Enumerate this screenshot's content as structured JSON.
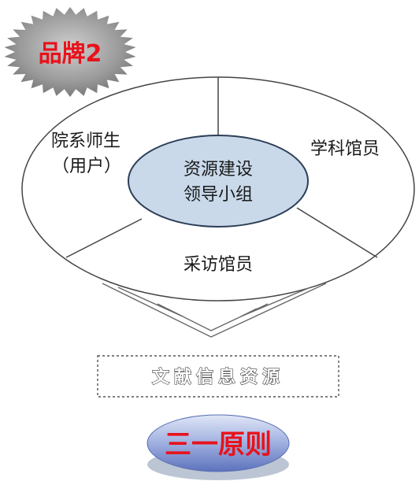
{
  "brand_badge": {
    "text": "品牌2",
    "colors": {
      "badge": "#9a9a9a",
      "text": "#e8121b"
    }
  },
  "ellipse": {
    "left_label_line1": "院系师生",
    "left_label_line2": "（用户）",
    "right_label": "学科馆员",
    "bottom_label": "采访馆员",
    "center_line1": "资源建设",
    "center_line2": "领导小组",
    "colors": {
      "center_fill": "#c9d9ea",
      "center_stroke": "#2d3f57",
      "outline": "#444444"
    }
  },
  "resource_box": {
    "text": "文献信息资源"
  },
  "principle": {
    "text": "三一原则",
    "colors": {
      "fill_top": "#c6d2ee",
      "fill_bottom": "#6d81c8",
      "text": "#e8121b"
    }
  }
}
